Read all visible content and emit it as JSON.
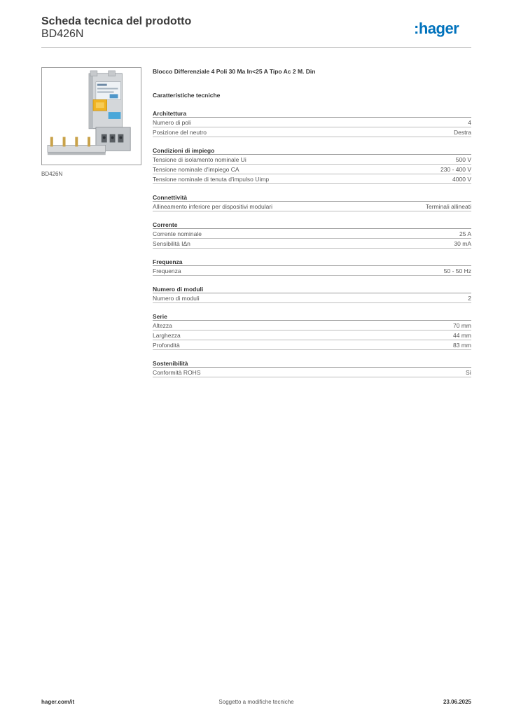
{
  "header": {
    "title": "Scheda tecnica del prodotto",
    "product_code": "BD426N",
    "logo_text": ":hager",
    "brand_color": "#0072bc"
  },
  "product": {
    "image_icon": "residual-current-block-image",
    "image_caption": "BD426N",
    "description": "Blocco Differenziale 4 Poli 30 Ma In<25 A Tipo Ac 2 M. Din",
    "characteristics_title": "Caratteristiche tecniche"
  },
  "sections": [
    {
      "title": "Architettura",
      "rows": [
        {
          "label": "Numero di poli",
          "value": "4"
        },
        {
          "label": "Posizione del neutro",
          "value": "Destra"
        }
      ]
    },
    {
      "title": "Condizioni di impiego",
      "rows": [
        {
          "label": "Tensione di isolamento nominale Ui",
          "value": "500 V"
        },
        {
          "label": "Tensione nominale d'impiego CA",
          "value": "230 - 400 V"
        },
        {
          "label": "Tensione nominale di tenuta d'impulso Uimp",
          "value": "4000 V"
        }
      ]
    },
    {
      "title": "Connettività",
      "rows": [
        {
          "label": "Allineamento inferiore per dispositivi modulari",
          "value": "Terminali allineati"
        }
      ]
    },
    {
      "title": "Corrente",
      "rows": [
        {
          "label": "Corrente nominale",
          "value": "25 A"
        },
        {
          "label": "Sensibilità IΔn",
          "value": "30 mA"
        }
      ]
    },
    {
      "title": "Frequenza",
      "rows": [
        {
          "label": "Frequenza",
          "value": "50 - 50 Hz"
        }
      ]
    },
    {
      "title": "Numero di moduli",
      "rows": [
        {
          "label": "Numero di moduli",
          "value": "2"
        }
      ]
    },
    {
      "title": "Serie",
      "rows": [
        {
          "label": "Altezza",
          "value": "70 mm"
        },
        {
          "label": "Larghezza",
          "value": "44 mm"
        },
        {
          "label": "Profondità",
          "value": "83 mm"
        }
      ]
    },
    {
      "title": "Sostenibilità",
      "rows": [
        {
          "label": "Conformità ROHS",
          "value": "Sì"
        }
      ]
    }
  ],
  "footer": {
    "website": "hager.com/it",
    "note": "Soggetto a modifiche tecniche",
    "date": "23.06.2025"
  }
}
